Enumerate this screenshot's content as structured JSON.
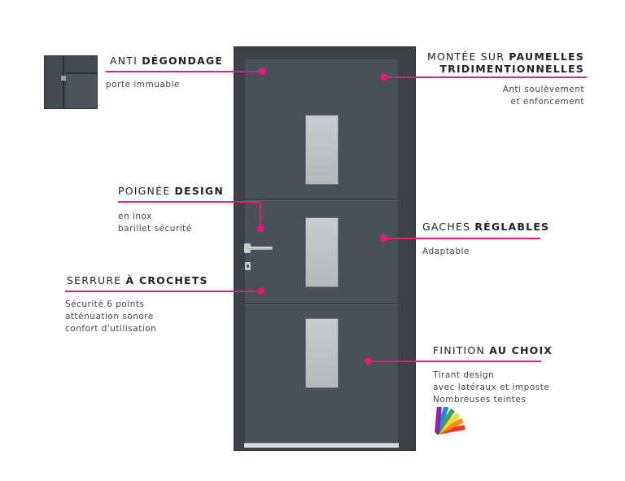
{
  "colors": {
    "accent": "#e8197a",
    "door": "#485058",
    "frame": "#3c4248",
    "glass": "#c2c6c8"
  },
  "icons": {
    "detail_thumbnail": "door-frame-detail-image",
    "palette": "color-swatch-fan-icon"
  },
  "callouts": {
    "anti_degondage": {
      "title_light": "ANTI ",
      "title_bold": "DÉGONDAGE",
      "desc": "porte immuable"
    },
    "paumelles": {
      "title_light": "MONTÉE SUR ",
      "title_bold": "PAUMELLES",
      "title_bold2": "TRIDIMENTIONNELLES",
      "desc": "Anti soulèvement\net enfoncement"
    },
    "poignee": {
      "title_light": "POIGNÉE ",
      "title_bold": "DESIGN",
      "desc": "en inox\nbarillet sécurité"
    },
    "gaches": {
      "title_light": "GACHES ",
      "title_bold": "RÉGLABLES",
      "desc": "Adaptable"
    },
    "serrure": {
      "title_light": "SERRURE ",
      "title_bold": "À CROCHETS",
      "desc": "Sécurité 6 points\natténuation sonore\nconfort d'utilisation"
    },
    "finition": {
      "title_light": "FINITION ",
      "title_bold": "AU CHOIX",
      "desc": "Tirant design\navec latéraux et imposte\nNombreuses teintes"
    }
  }
}
